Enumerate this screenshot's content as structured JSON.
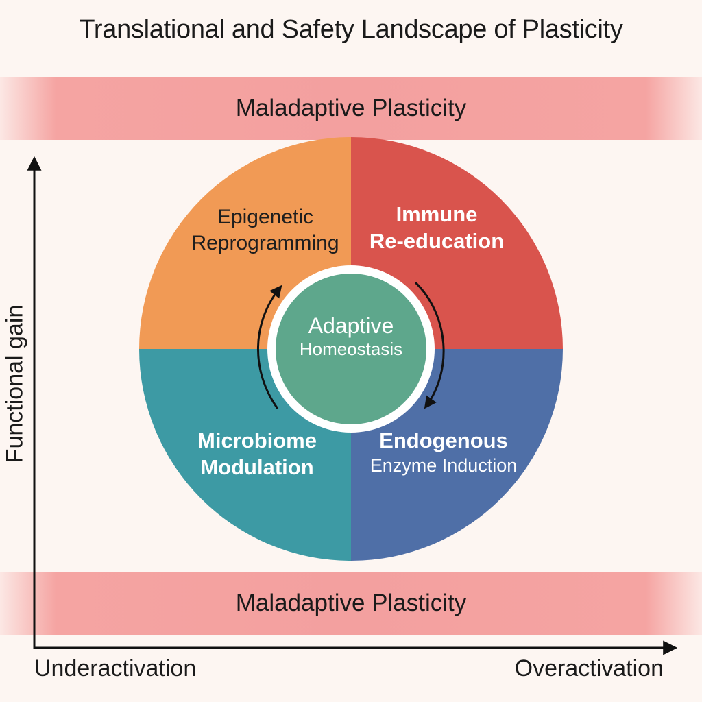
{
  "title": "Translational and Safety Landscape of Plasticity",
  "bands": {
    "top": "Maladaptive Plasticity",
    "bottom": "Maladaptive Plasticity"
  },
  "axes": {
    "y_label": "Functional gain",
    "x_left_label": "Underactivation",
    "x_right_label": "Overactivation"
  },
  "quadrants": {
    "top_left": {
      "line1": "Epigenetic",
      "line2": "Reprogramming",
      "color": "#f19a55"
    },
    "top_right": {
      "line1": "Immune",
      "line2": "Re-education",
      "color": "#d9544d"
    },
    "bottom_left": {
      "line1": "Microbiome",
      "line2": "Modulation",
      "color": "#3d9aa4"
    },
    "bottom_right": {
      "line1": "Endogenous",
      "line2": "Enzyme Induction",
      "color": "#4f6fa7"
    }
  },
  "center": {
    "line1": "Adaptive",
    "line2": "Homeostasis",
    "color": "#5ea78c"
  },
  "colors": {
    "band": "#f3a09f",
    "background": "#fdf6f2",
    "axis": "#111111"
  }
}
